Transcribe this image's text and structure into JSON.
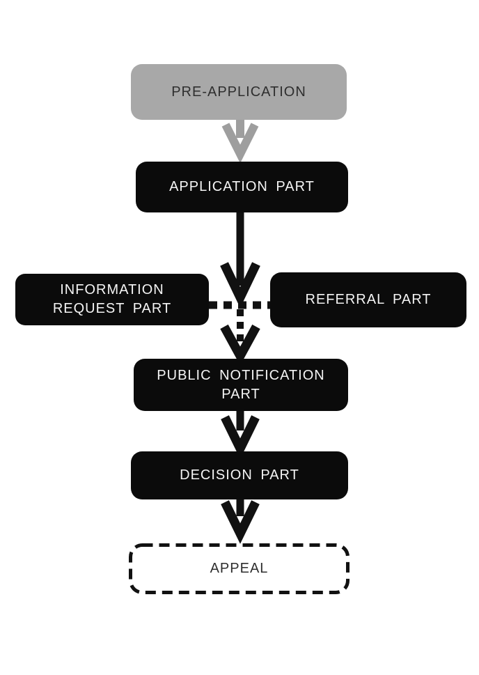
{
  "flowchart": {
    "nodes": {
      "pre_application": {
        "label": "PRE-APPLICATION"
      },
      "application": {
        "label": "APPLICATION PART"
      },
      "information_request": {
        "line1": "INFORMATION",
        "line2": "REQUEST PART"
      },
      "referral": {
        "label": "REFERRAL PART"
      },
      "public_notification": {
        "line1": "PUBLIC NOTIFICATION",
        "line2": "PART"
      },
      "decision": {
        "label": "DECISION PART"
      },
      "appeal": {
        "label": "APPEAL"
      }
    },
    "edges": [
      {
        "from": "pre_application",
        "to": "application",
        "style": "solid",
        "color": "gray"
      },
      {
        "from": "application",
        "to": "public_notification",
        "style": "solid-then-dotted",
        "color": "black"
      },
      {
        "from": "information_request",
        "to": "referral",
        "style": "dotted",
        "color": "black"
      },
      {
        "from": "public_notification",
        "to": "decision",
        "style": "solid",
        "color": "black"
      },
      {
        "from": "decision",
        "to": "appeal",
        "style": "solid",
        "color": "black"
      }
    ],
    "colors": {
      "background": "#ffffff",
      "node_black": "#0b0b0b",
      "node_gray": "#a8a8a8",
      "text_on_black": "#f4f4f4",
      "text_on_gray": "#2e2e2e",
      "arrow_gray": "#9e9e9e",
      "arrow_black": "#111111"
    }
  }
}
